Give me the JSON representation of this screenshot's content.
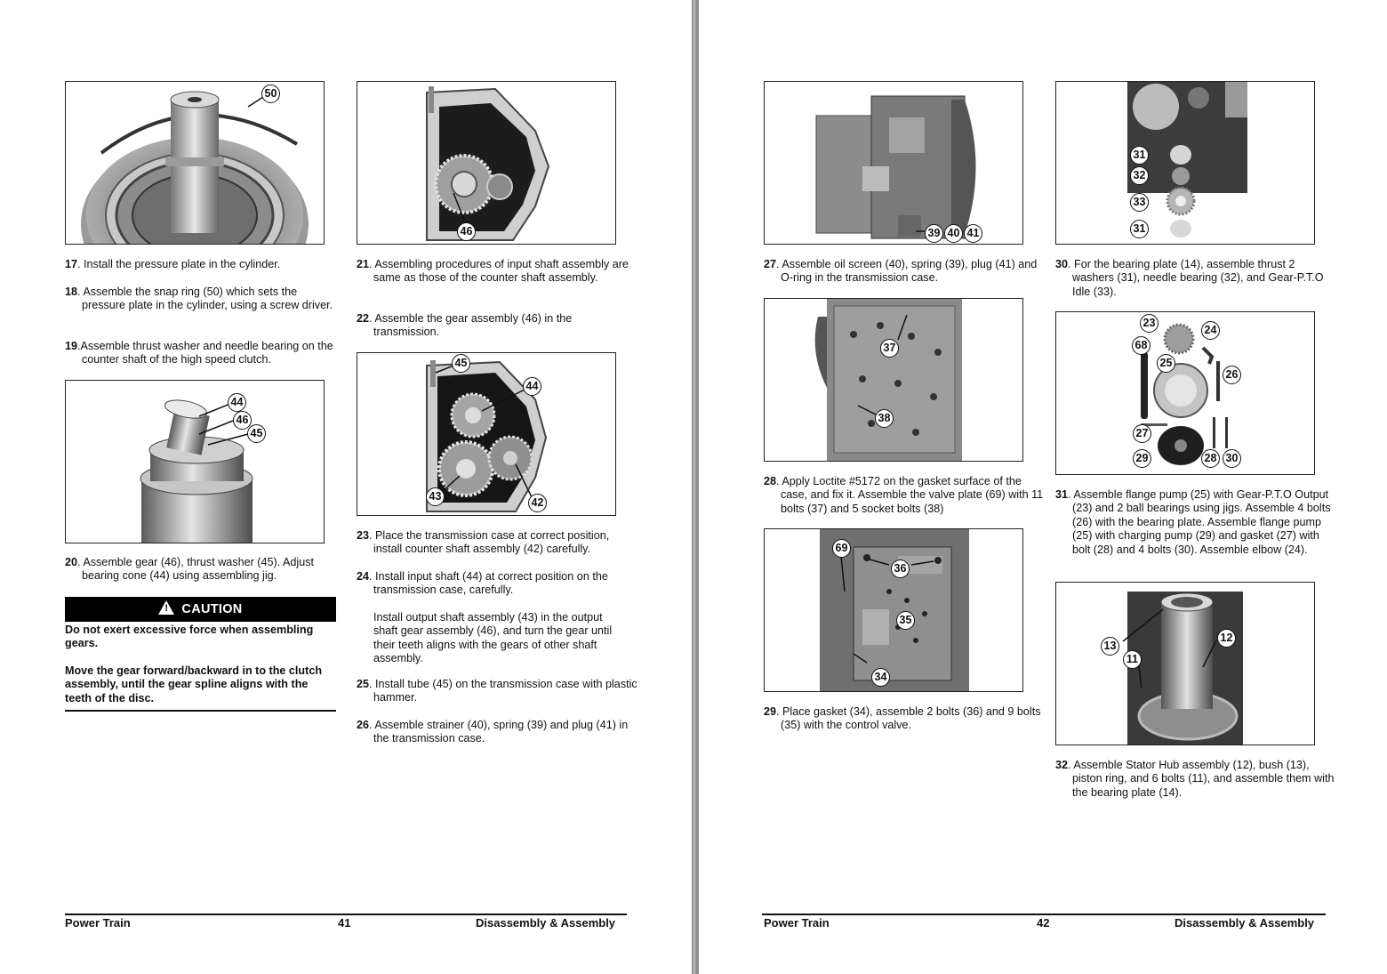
{
  "left_page": {
    "footer": {
      "title": "Power Train",
      "page": "41",
      "section": "Disassembly & Assembly"
    },
    "steps": {
      "s17": {
        "num": "17",
        "text": ". Install the pressure plate in the cylinder."
      },
      "s18": {
        "num": "18",
        "text": ". Assemble the snap ring (50) which sets the pressure plate in the cylinder, using a screw driver."
      },
      "s19": {
        "num": "19",
        "text": ".Assemble thrust washer and needle bearing on the counter shaft of the high speed clutch."
      },
      "s20": {
        "num": "20",
        "text": ". Assemble gear (46), thrust washer (45). Adjust bearing cone (44) using assembling jig."
      },
      "s21": {
        "num": "21",
        "text": ". Assembling procedures of input shaft assembly are same as those of the counter shaft assembly."
      },
      "s22": {
        "num": "22",
        "text": ". Assemble the gear assembly (46) in the transmission."
      },
      "s23": {
        "num": "23",
        "text": ". Place the transmission case at correct position, install counter shaft assembly (42) carefully."
      },
      "s24": {
        "num": "24",
        "text": ". Install input shaft (44) at correct position on the transmission case, carefully."
      },
      "s24b": {
        "text": "Install output shaft assembly (43) in the output shaft gear assembly (46), and turn the gear until their teeth aligns with the gears of other shaft assembly."
      },
      "s25": {
        "num": "25",
        "text": ". Install tube (45) on the transmission case with plastic hammer."
      },
      "s26": {
        "num": "26",
        "text": ". Assemble strainer (40), spring (39) and plug (41) in the transmission case."
      }
    },
    "caution": {
      "label": "CAUTION",
      "icon_glyph": "!",
      "line1": "Do not exert excessive force when assembling gears.",
      "line2": "Move the gear forward/backward in to the clutch assembly, until the gear spline aligns with the teeth of the disc."
    },
    "callouts": {
      "f1": [
        "50"
      ],
      "f2": [
        "46"
      ],
      "f3": [
        "44",
        "46",
        "45"
      ],
      "f4": [
        "45",
        "44",
        "43",
        "42"
      ]
    }
  },
  "right_page": {
    "footer": {
      "title": "Power Train",
      "page": "42",
      "section": "Disassembly & Assembly"
    },
    "steps": {
      "s27": {
        "num": "27",
        "text": ". Assemble oil screen (40), spring (39), plug (41) and O-ring in the transmission case."
      },
      "s28": {
        "num": "28",
        "text": ". Apply Loctite #5172 on the gasket surface of the case, and fix it. Assemble the valve plate (69) with 11 bolts (37) and 5 socket bolts (38)"
      },
      "s29": {
        "num": "29",
        "text": ". Place gasket (34), assemble 2 bolts (36) and 9 bolts (35) with the control valve."
      },
      "s30": {
        "num": "30",
        "text": ". For the bearing plate (14), assemble thrust 2 washers (31), needle bearing (32), and Gear-P.T.O Idle (33)."
      },
      "s31": {
        "num": "31",
        "text": ". Assemble flange pump (25) with Gear-P.T.O Output (23) and 2 ball bearings using jigs. Assemble 4 bolts (26) with the bearing plate. Assemble flange pump (25) with charging pump (29) and gasket (27) with bolt (28) and 4 bolts (30). Assemble elbow (24)."
      },
      "s32": {
        "num": "32",
        "text": ". Assemble Stator Hub assembly (12), bush (13), piston ring, and 6 bolts (11), and assemble them with the bearing plate (14)."
      }
    },
    "callouts": {
      "f5": [
        "39",
        "40",
        "41"
      ],
      "f6": [
        "37",
        "38"
      ],
      "f7": [
        "69",
        "36",
        "35",
        "34"
      ],
      "f8": [
        "31",
        "32",
        "33",
        "31"
      ],
      "f9": [
        "23",
        "24",
        "68",
        "25",
        "26",
        "27",
        "29",
        "28",
        "30"
      ],
      "f10": [
        "13",
        "12",
        "11"
      ]
    }
  },
  "colors": {
    "gutter": "#8f8f8f",
    "caution_bg": "#000000"
  }
}
